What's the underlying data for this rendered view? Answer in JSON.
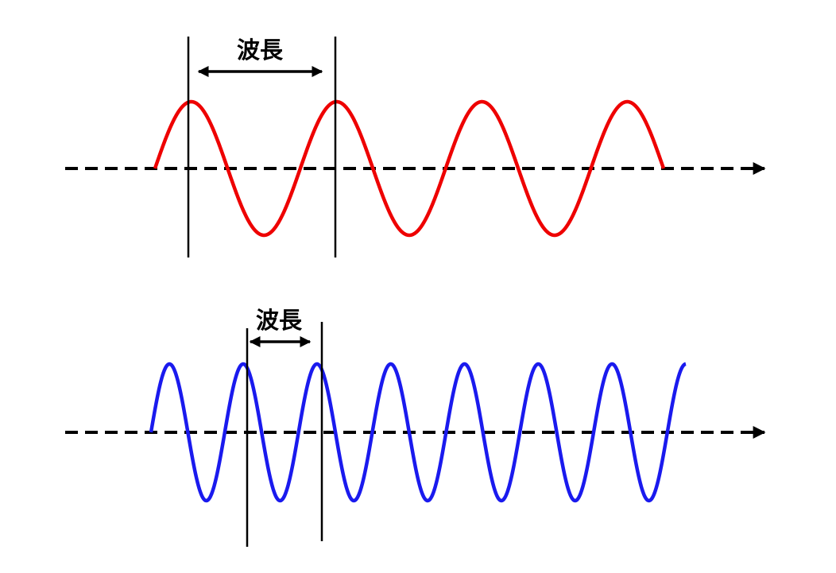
{
  "colors": {
    "top_wave": "#ee0000",
    "bottom_wave": "#1a1aee",
    "axis": "#000000",
    "marker": "#000000",
    "background": "#ffffff"
  },
  "diagram": {
    "top": {
      "wavelength_label": "波長",
      "wave_color_name": "red",
      "cycles": 3.5
    },
    "bottom": {
      "wavelength_label": "波長",
      "wave_color_name": "blue",
      "cycles": 7.25
    }
  }
}
